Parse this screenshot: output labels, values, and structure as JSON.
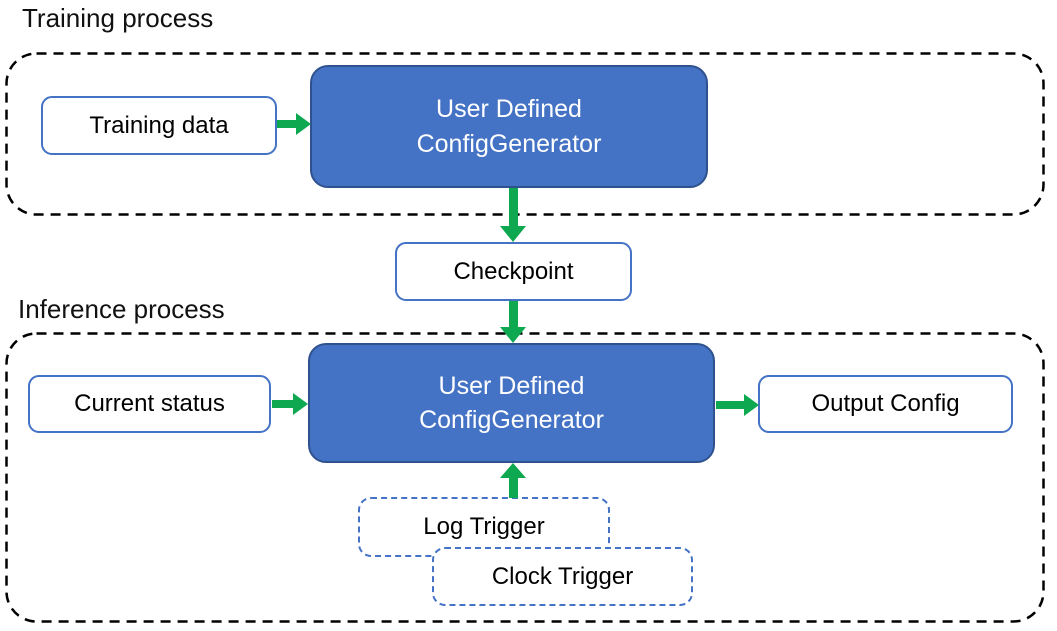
{
  "training": {
    "label": "Training process",
    "input_label": "Training data",
    "generator_line1": "User Defined",
    "generator_line2": "ConfigGenerator"
  },
  "checkpoint_label": "Checkpoint",
  "inference": {
    "label": "Inference process",
    "input_label": "Current status",
    "generator_line1": "User Defined",
    "generator_line2": "ConfigGenerator",
    "output_label": "Output Config",
    "trigger_labels": [
      "Log Trigger",
      "Clock Trigger"
    ]
  },
  "colors": {
    "generator_fill": "#4472C4",
    "generator_border": "#2F528F",
    "node_border": "#4472C4",
    "arrow_green": "#0DA850",
    "container_dash": "#000000"
  }
}
